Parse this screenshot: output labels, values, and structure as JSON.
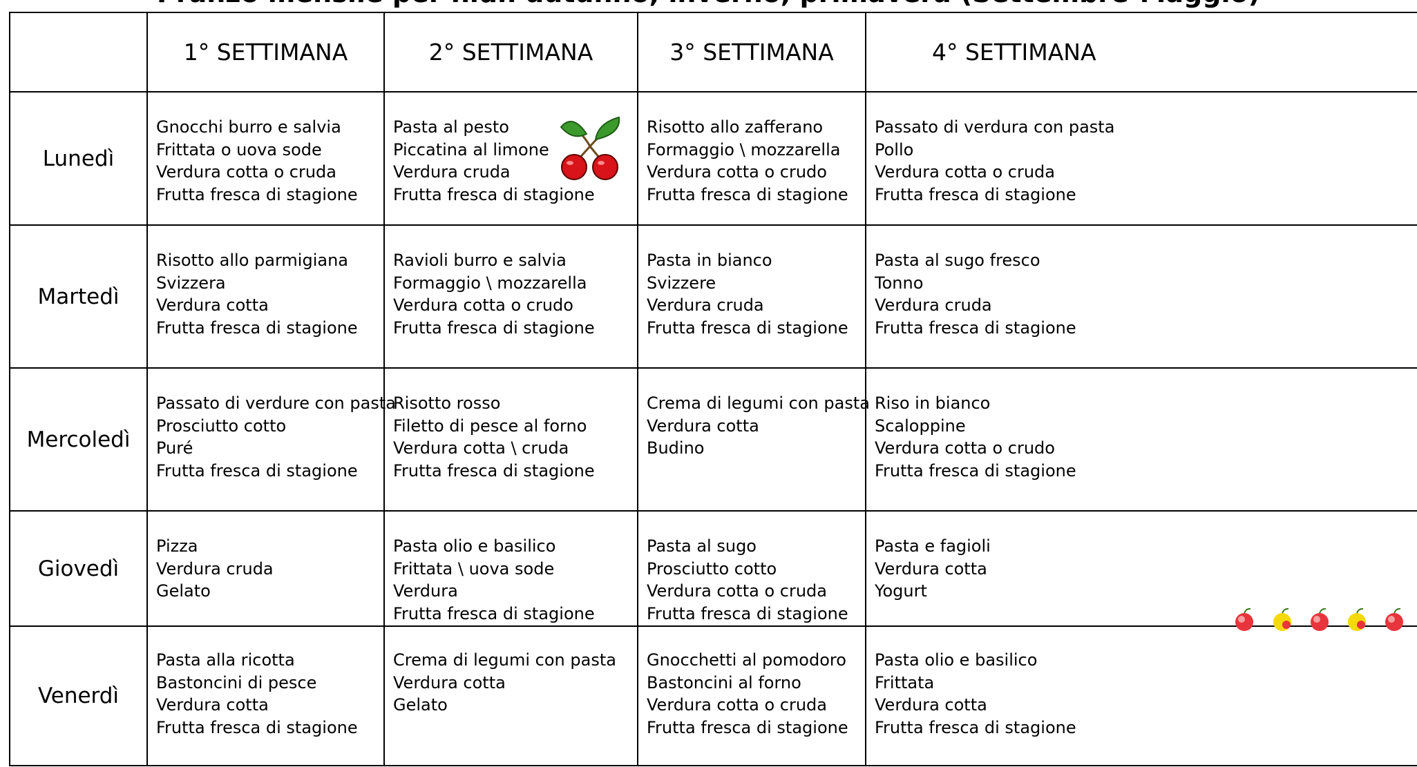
{
  "title": "Pranzo mensile per nidi: autunno, inverno, primavera (Settembre-Maggio)",
  "header": {
    "corner": "",
    "weeks": [
      "1° SETTIMANA",
      "2° SETTIMANA",
      "3° SETTIMANA",
      "4° SETTIMANA"
    ]
  },
  "days": [
    "Lunedì",
    "Martedì",
    "Mercoledì",
    "Giovedì",
    "Venerdì"
  ],
  "menu": [
    [
      [
        "Gnocchi burro e salvia",
        "Frittata o uova sode",
        "Verdura cotta o cruda",
        "Frutta fresca di stagione"
      ],
      [
        "Pasta al pesto",
        "Piccatina al limone",
        "Verdura cruda",
        "Frutta fresca di stagione"
      ],
      [
        "Risotto allo zafferano",
        "Formaggio \\ mozzarella",
        "Verdura cotta o crudo",
        "Frutta fresca di stagione"
      ],
      [
        "Passato di verdura con pasta",
        "Pollo",
        "Verdura cotta o cruda",
        "Frutta fresca di stagione"
      ]
    ],
    [
      [
        "Risotto allo parmigiana",
        "Svizzera",
        "Verdura cotta",
        "Frutta fresca di stagione"
      ],
      [
        "Ravioli burro e salvia",
        "Formaggio \\ mozzarella",
        "Verdura cotta o crudo",
        "Frutta fresca di stagione"
      ],
      [
        "Pasta in bianco",
        "Svizzere",
        "Verdura cruda",
        "Frutta fresca di stagione"
      ],
      [
        "Pasta al sugo fresco",
        "Tonno",
        "Verdura cruda",
        "Frutta fresca di stagione"
      ]
    ],
    [
      [
        "Passato di verdure con pasta",
        "Prosciutto cotto",
        "Puré",
        "Frutta fresca di stagione"
      ],
      [
        "Risotto rosso",
        "Filetto di pesce al forno",
        "Verdura cotta \\ cruda",
        "Frutta fresca di stagione"
      ],
      [
        "Crema di legumi con pasta",
        "Verdura cotta",
        "Budino"
      ],
      [
        "Riso in bianco",
        "Scaloppine",
        "Verdura cotta o crudo",
        "Frutta fresca di stagione"
      ]
    ],
    [
      [
        "Pizza",
        "Verdura cruda",
        "Gelato"
      ],
      [
        "Pasta olio e basilico",
        "Frittata \\ uova sode",
        "Verdura",
        "Frutta fresca di stagione"
      ],
      [
        "Pasta al sugo",
        "Prosciutto cotto",
        "Verdura cotta o cruda",
        "Frutta fresca di stagione"
      ],
      [
        "Pasta e fagioli",
        "Verdura cotta",
        "Yogurt"
      ]
    ],
    [
      [
        "Pasta alla ricotta",
        "Bastoncini di pesce",
        "Verdura cotta",
        "Frutta fresca di stagione"
      ],
      [
        "Crema di legumi con pasta",
        "Verdura cotta",
        "Gelato"
      ],
      [
        "Gnocchetti al pomodoro",
        "Bastoncini al forno",
        "Verdura cotta o cruda",
        "Frutta fresca di stagione"
      ],
      [
        "Pasta olio e basilico",
        "Frittata",
        "Verdura cotta",
        "Frutta fresca di stagione"
      ]
    ]
  ],
  "decorations": {
    "cherries_icon": "cherries-icon",
    "apples_icon": "apples-row-icon",
    "colors": {
      "cherry": "#d8131a",
      "leaf": "#3c9a2c",
      "apple_red": "#e8343c",
      "apple_yellow": "#f5d90a"
    }
  }
}
